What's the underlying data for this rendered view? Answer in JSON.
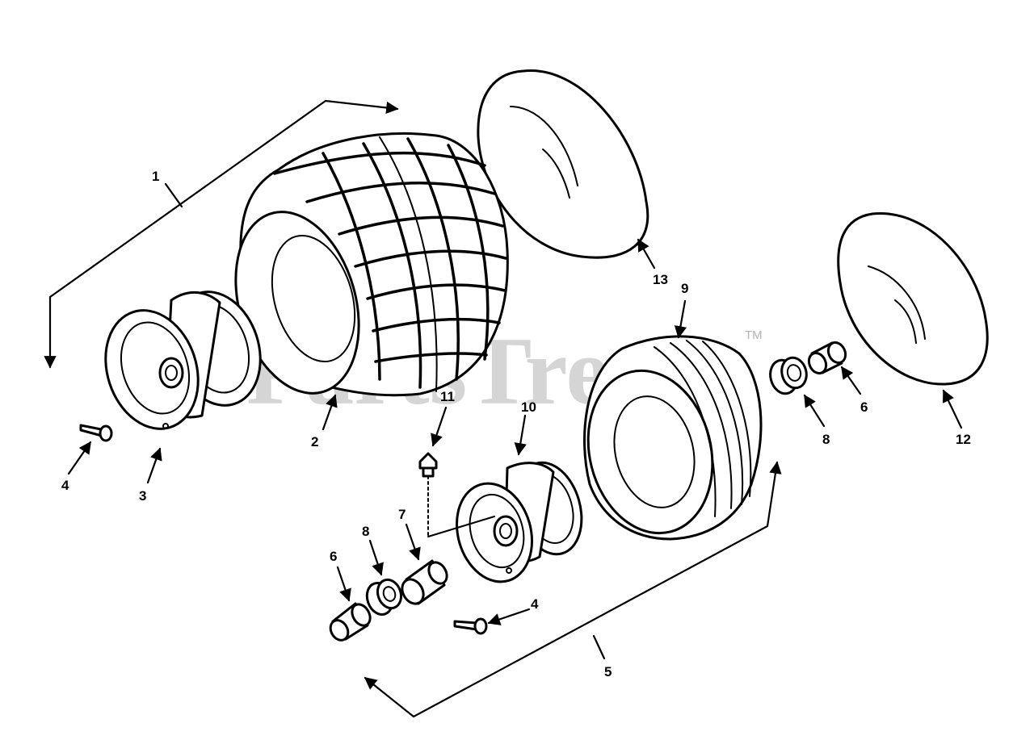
{
  "watermark": {
    "text": "PartsTree",
    "trademark": "TM"
  },
  "callouts": {
    "c1": "1",
    "c2": "2",
    "c3": "3",
    "c4a": "4",
    "c4b": "4",
    "c5": "5",
    "c6a": "6",
    "c6b": "6",
    "c7": "7",
    "c8a": "8",
    "c8b": "8",
    "c9": "9",
    "c10": "10",
    "c11": "11",
    "c12": "12",
    "c13": "13"
  }
}
